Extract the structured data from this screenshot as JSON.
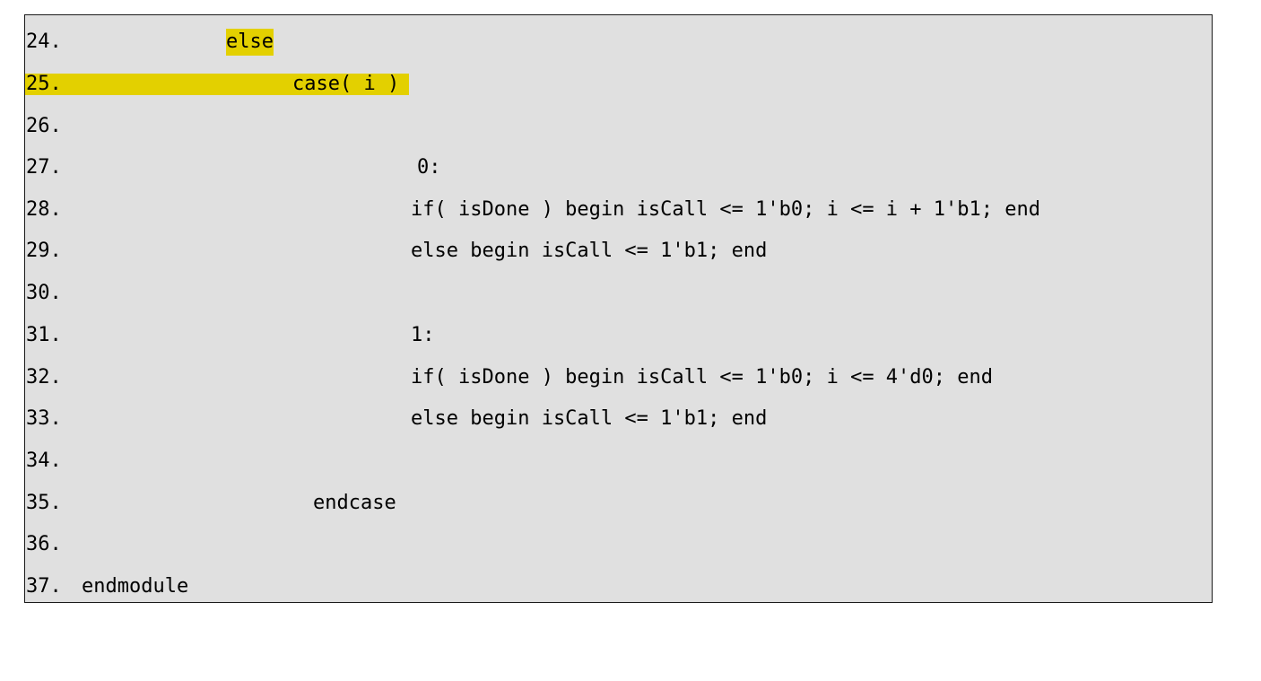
{
  "colors": {
    "code_background": "#e0e0e0",
    "highlight": "#e3d000",
    "border": "#1a1a1a",
    "text": "#000000"
  },
  "lines": [
    {
      "number": "24.",
      "code": "else"
    },
    {
      "number": "25.",
      "code": "case( i )"
    },
    {
      "number": "26.",
      "code": ""
    },
    {
      "number": "27.",
      "code": "0:"
    },
    {
      "number": "28.",
      "code": "if( isDone ) begin isCall <= 1'b0; i <= i + 1'b1; end"
    },
    {
      "number": "29.",
      "code": "else begin isCall <= 1'b1; end"
    },
    {
      "number": "30.",
      "code": ""
    },
    {
      "number": "31.",
      "code": "1:"
    },
    {
      "number": "32.",
      "code": "if( isDone ) begin isCall <= 1'b0; i <= 4'd0; end"
    },
    {
      "number": "33.",
      "code": "else begin isCall <= 1'b1; end"
    },
    {
      "number": "34.",
      "code": ""
    },
    {
      "number": "35.",
      "code": "endcase"
    },
    {
      "number": "36.",
      "code": ""
    },
    {
      "number": "37.",
      "code": "endmodule"
    }
  ]
}
